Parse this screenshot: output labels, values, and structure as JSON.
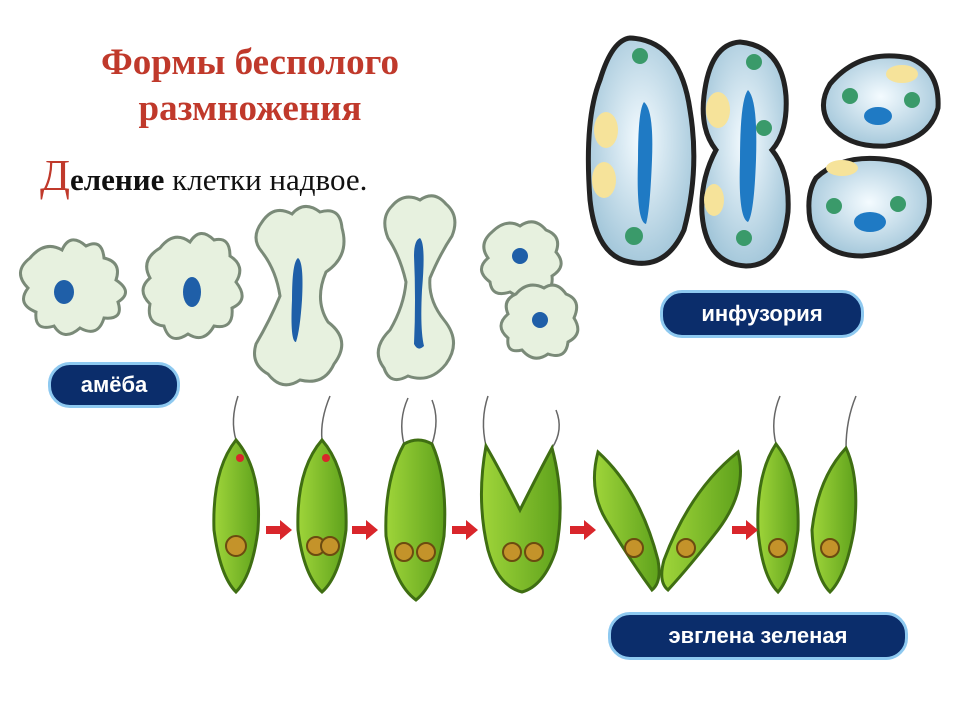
{
  "title": "Формы бесполого размножения",
  "subtitle": {
    "lead_letter": "Д",
    "bold_rest": "еление",
    "plain_rest": " клетки надвое."
  },
  "labels": {
    "amoeba": "амёба",
    "infusoria": "инфузория",
    "euglena": "эвглена зеленая"
  },
  "colors": {
    "title": "#c0392b",
    "pill_fill": "#0b2d6b",
    "pill_border": "#8ec9f0",
    "amoeba_fill": "#e7f1df",
    "nucleus": "#1f5fa8",
    "euglena": "#7cbf2a",
    "paramecium": "#d5e9f3",
    "arrow": "#d9262b"
  }
}
